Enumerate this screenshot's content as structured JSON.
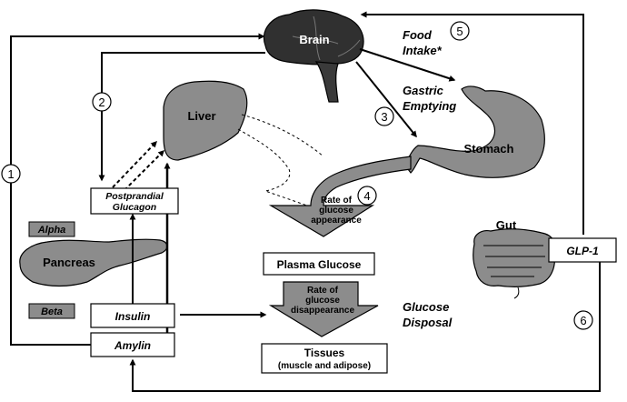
{
  "organs": {
    "brain": "Brain",
    "liver": "Liver",
    "stomach": "Stomach",
    "pancreas": "Pancreas",
    "gut": "Gut"
  },
  "cells": {
    "alpha": "Alpha",
    "beta": "Beta"
  },
  "hormones": {
    "postprandial_glucagon": [
      "Postprandial",
      "Glucagon"
    ],
    "insulin": "Insulin",
    "amylin": "Amylin",
    "glp1": "GLP-1"
  },
  "processes": {
    "food_intake": [
      "Food",
      "Intake*"
    ],
    "gastric_emptying": [
      "Gastric",
      "Emptying"
    ],
    "glucose_disposal": [
      "Glucose",
      "Disposal"
    ],
    "rate_appearance": [
      "Rate of",
      "glucose",
      "appearance"
    ],
    "rate_disappearance": [
      "Rate of",
      "glucose",
      "disappearance"
    ]
  },
  "boxes": {
    "plasma_glucose": "Plasma Glucose",
    "tissues": [
      "Tissues",
      "(muscle and adipose)"
    ]
  },
  "pathway_numbers": [
    "1",
    "2",
    "3",
    "4",
    "5",
    "6"
  ]
}
